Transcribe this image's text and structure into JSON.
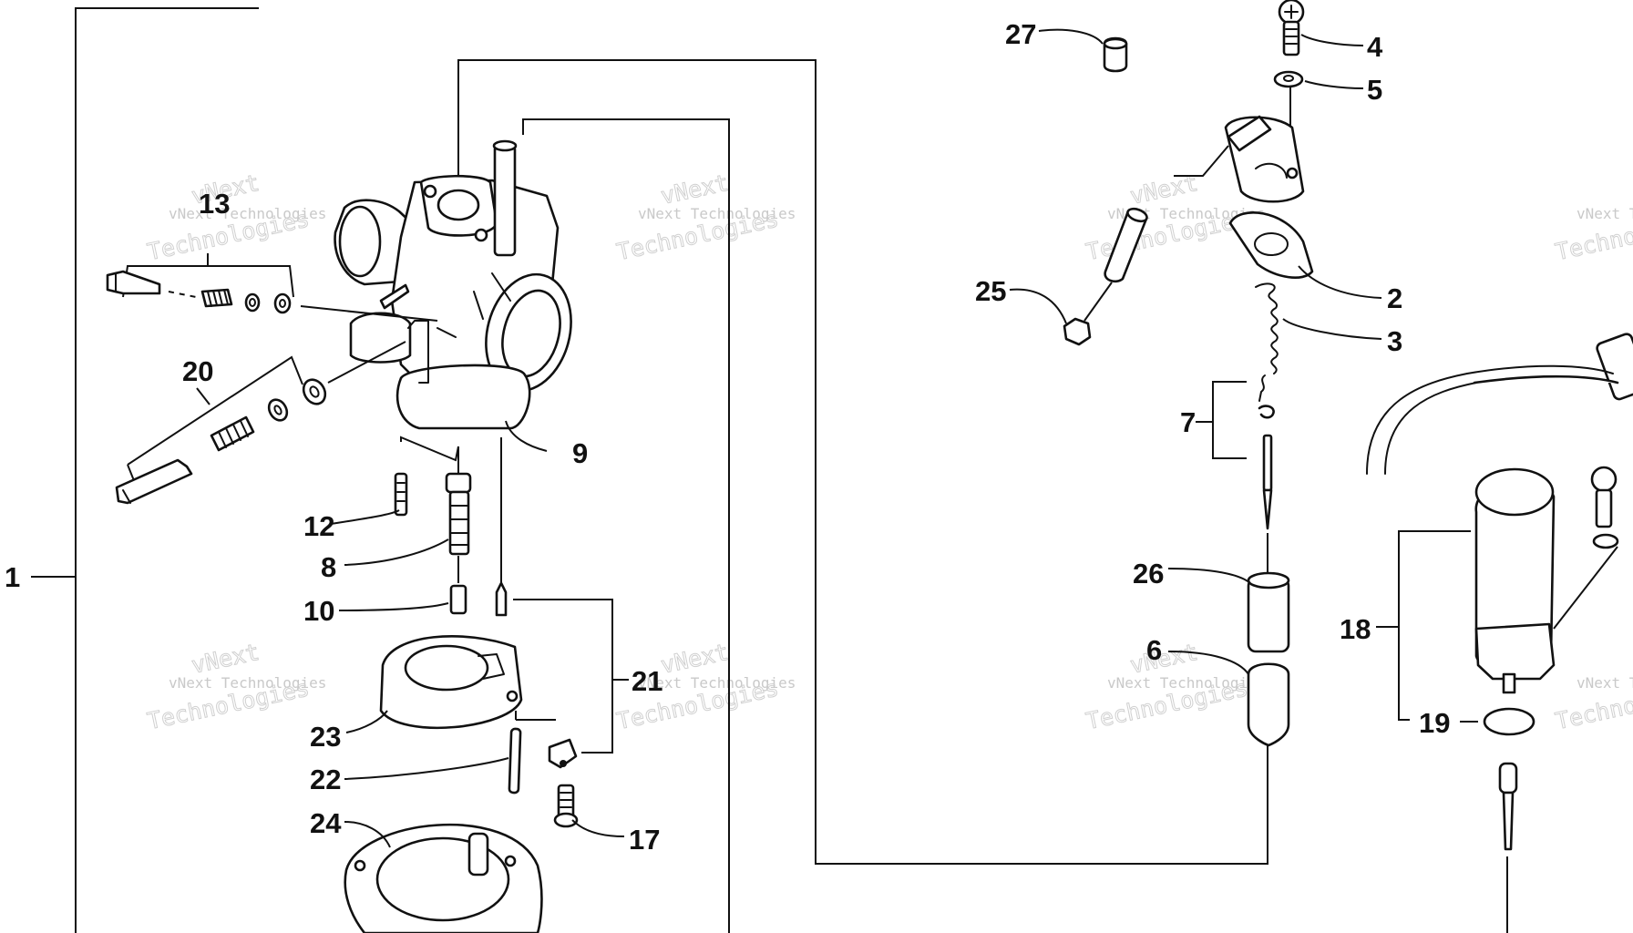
{
  "diagram": {
    "callouts": {
      "c1": "1",
      "c2": "2",
      "c3": "3",
      "c4": "4",
      "c5": "5",
      "c6": "6",
      "c7": "7",
      "c8": "8",
      "c9": "9",
      "c10": "10",
      "c12": "12",
      "c13": "13",
      "c17": "17",
      "c18": "18",
      "c19": "19",
      "c20": "20",
      "c21": "21",
      "c22": "22",
      "c23": "23",
      "c24": "24",
      "c25": "25",
      "c26": "26",
      "c27": "27"
    },
    "watermark": {
      "line1": "vNext Technologies",
      "line2": "vNext",
      "line3": "Technologies"
    }
  }
}
